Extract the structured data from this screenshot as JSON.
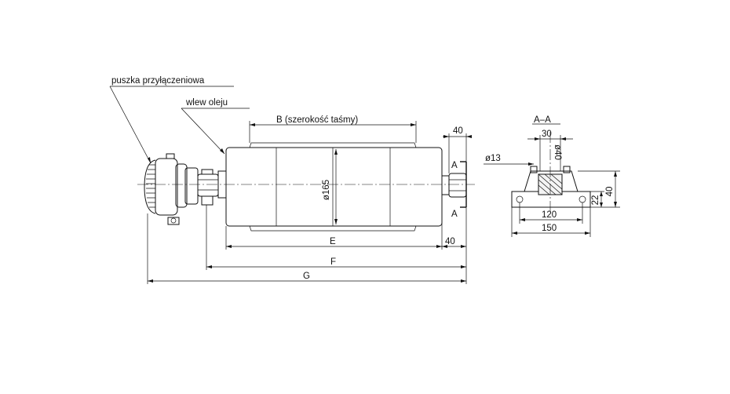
{
  "labels": {
    "junction_box": "puszka przyłączeniowa",
    "oil_filler": "wlew oleju",
    "belt_width": "B (szerokość taśmy)",
    "section_title": "A–A"
  },
  "dimensions": {
    "diameter_165": "ø165",
    "shaft_end_40": "40",
    "e": "E",
    "e_side_40": "40",
    "f": "F",
    "g": "G",
    "section_mark_top": "A",
    "section_mark_bottom": "A",
    "slot_30": "30",
    "bore_40": "ø40",
    "hole_13": "ø13",
    "height_40": "40",
    "height_22": "22",
    "spacing_120": "120",
    "width_150": "150"
  }
}
